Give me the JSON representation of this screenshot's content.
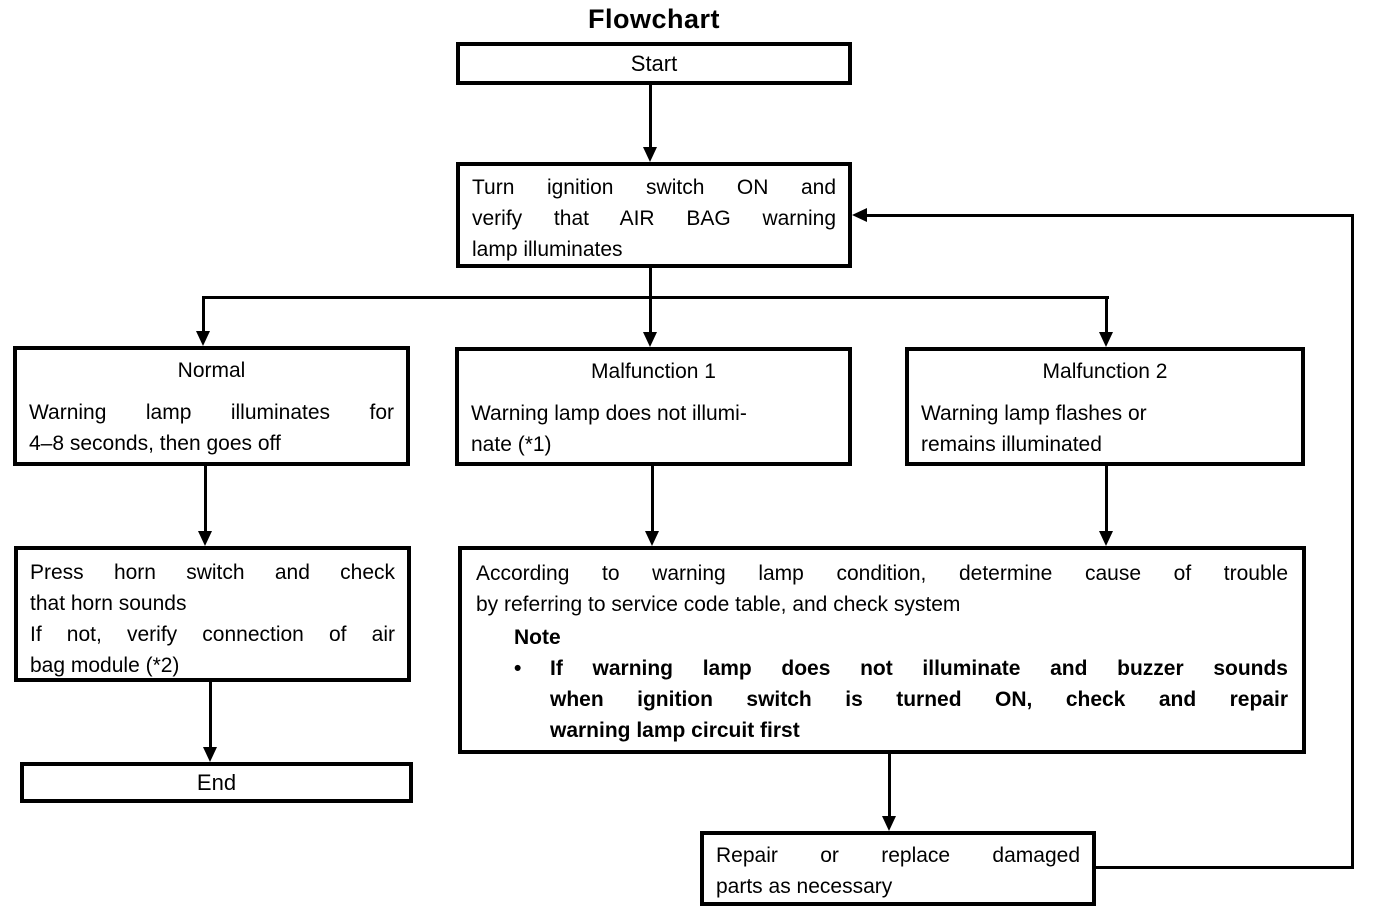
{
  "title": "Flowchart",
  "colors": {
    "ink": "#000000",
    "paper": "#ffffff"
  },
  "nodes": {
    "start": {
      "label": "Start"
    },
    "ignition": {
      "lines": [
        "Turn ignition switch ON and",
        "verify that AIR BAG warning",
        "lamp illuminates"
      ]
    },
    "normal": {
      "heading": "Normal",
      "lines": [
        "Warning lamp illuminates for",
        "4–8 seconds, then goes off"
      ]
    },
    "malfunction1": {
      "heading": "Malfunction 1",
      "lines": [
        "Warning lamp does not illumi-",
        "nate (*1)"
      ]
    },
    "malfunction2": {
      "heading": "Malfunction 2",
      "lines": [
        "Warning lamp flashes or",
        "remains illuminated"
      ]
    },
    "horn": {
      "lines": [
        "Press horn switch and check",
        "that horn sounds",
        "If not, verify connection of air",
        "bag module (*2)"
      ]
    },
    "determine": {
      "lines": [
        "According to warning lamp condition, determine cause of trouble",
        "by referring to service code table, and check system"
      ],
      "note_heading": "Note",
      "note_bullet_glyph": "•",
      "note_lines": [
        "If warning lamp does not illuminate and buzzer sounds",
        "when ignition switch is turned ON, check and repair",
        "warning lamp circuit first"
      ]
    },
    "end": {
      "label": "End"
    },
    "repair": {
      "lines": [
        "Repair or replace damaged",
        "parts as necessary"
      ]
    }
  }
}
